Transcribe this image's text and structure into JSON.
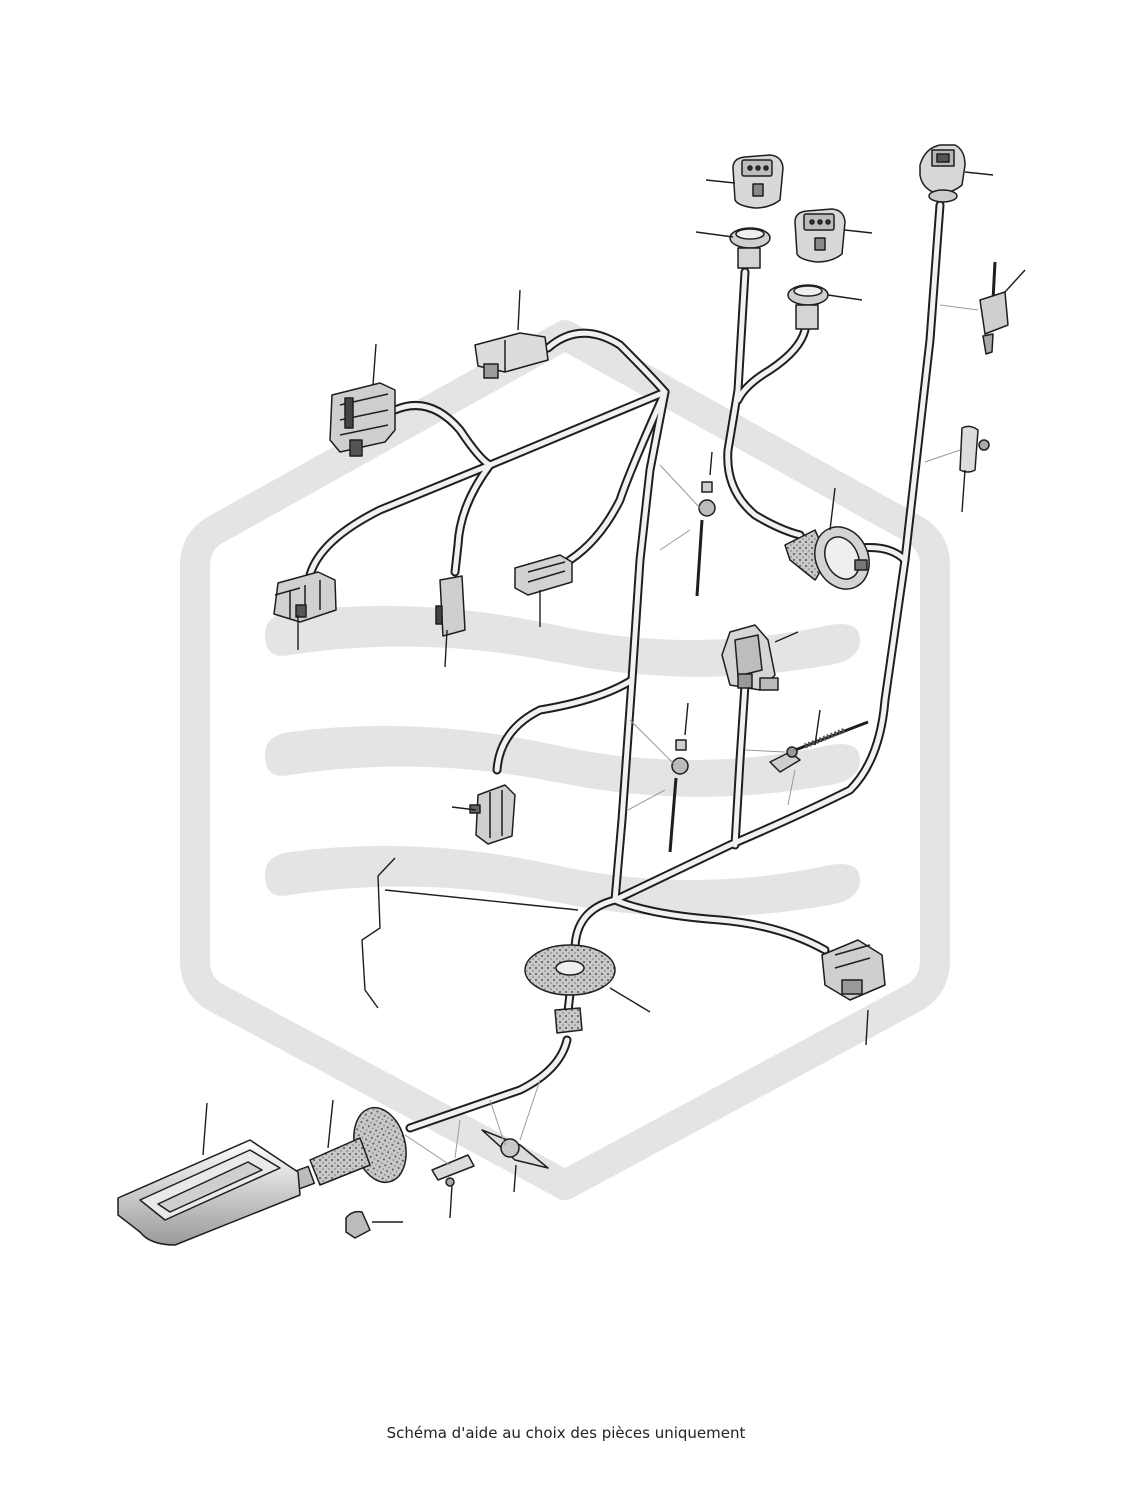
{
  "caption": "Schéma d'aide au choix des pièces uniquement",
  "colors": {
    "watermark": "#e3e3e3",
    "wire_outline": "#1e1e1e",
    "wire_fill": "#f1f1f1",
    "part_fill": "#cfcfcf",
    "part_dark": "#7a7a7a",
    "leader": "#1e1e1e",
    "dash": "#9a9a9a"
  },
  "icons": {
    "watermark": "brand-logo-watermark",
    "grommet": "dotted-rubber-grommet",
    "connector": "electrical-connector",
    "cable_tie": "cable-tie",
    "clip": "wire-clip",
    "lamp": "light-housing"
  }
}
